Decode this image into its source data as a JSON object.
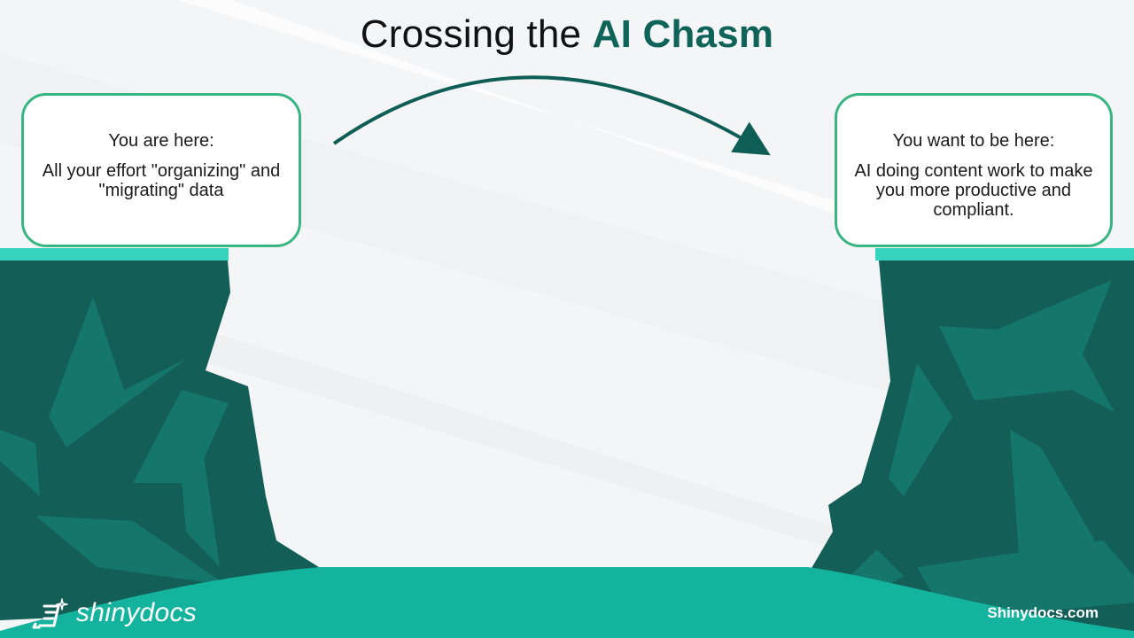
{
  "title": {
    "prefix": "Crossing the ",
    "accent": "AI Chasm"
  },
  "left_card": {
    "heading": "You are here:",
    "body": "All your effort \"organizing\" and \"migrating\" data"
  },
  "right_card": {
    "heading": "You want to be here:",
    "body": "AI doing content work to make you more productive and compliant."
  },
  "logo": {
    "text": "shinydocs",
    "icon": "shinydocs-logo-icon"
  },
  "footer": {
    "site": "Shinydocs.com"
  },
  "colors": {
    "accent": "#0f6358",
    "card_border": "#39b583",
    "cliff_dark": "#135e56",
    "cliff_facet": "#15776c",
    "cliff_top": "#36d3bd",
    "ground": "#14b39e"
  }
}
